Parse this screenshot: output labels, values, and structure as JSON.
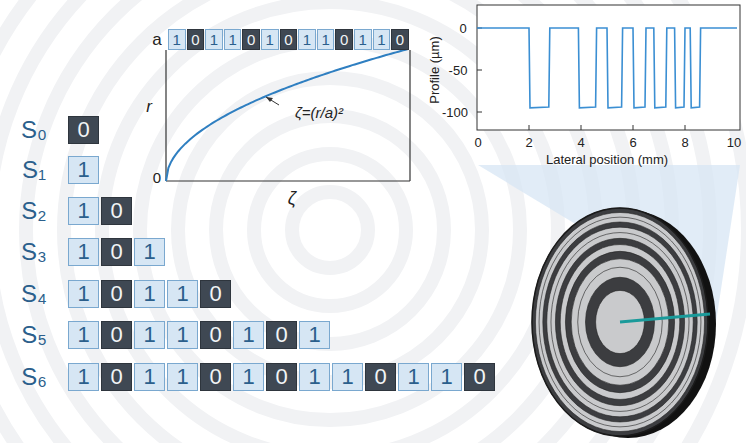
{
  "diagram": {
    "nodes": [
      {
        "text": [
          "1"
        ]
      },
      {
        "text": [
          "0"
        ]
      },
      {
        "text": [
          "1"
        ]
      },
      {
        "text": [
          "1"
        ]
      },
      {
        "text": [
          "0"
        ]
      },
      {
        "text": [
          "1"
        ]
      },
      {
        "text": [
          "0"
        ]
      },
      {
        "text": [
          "1"
        ]
      },
      {
        "text": [
          "1"
        ]
      },
      {
        "text": [
          "0"
        ]
      },
      {
        "text": [
          "1"
        ]
      },
      {
        "text": [
          "1"
        ]
      },
      {
        "text": [
          "0"
        ]
      },
      {
        "text": [
          "0"
        ]
      },
      {
        "text": [
          "1"
        ]
      },
      {
        "text": [
          "1"
        ]
      },
      {
        "text": [
          "0"
        ]
      },
      {
        "text": [
          "1"
        ]
      },
      {
        "text": [
          "0"
        ]
      },
      {
        "text": [
          "1"
        ]
      },
      {
        "text": [
          "1"
        ]
      },
      {
        "text": [
          "0"
        ]
      },
      {
        "text": [
          "1"
        ]
      },
      {
        "text": [
          "1"
        ]
      },
      {
        "text": [
          "0"
        ]
      },
      {
        "text": [
          "1"
        ]
      },
      {
        "text": [
          "0"
        ]
      },
      {
        "text": [
          "1"
        ]
      },
      {
        "text": [
          "1"
        ]
      },
      {
        "text": [
          "0"
        ]
      },
      {
        "text": [
          "1"
        ]
      },
      {
        "text": [
          "0"
        ]
      },
      {
        "text": [
          "1"
        ]
      },
      {
        "text": [
          "1"
        ]
      },
      {
        "text": [
          "0"
        ]
      },
      {
        "text": [
          "1"
        ]
      },
      {
        "text": [
          "1"
        ]
      },
      {
        "text": [
          "0"
        ]
      },
      {
        "text": [
          "1"
        ]
      },
      {
        "text": [
          "0"
        ]
      },
      {
        "text": [
          "1"
        ]
      },
      {
        "text": [
          "1"
        ]
      },
      {
        "text": [
          "0"
        ]
      },
      {
        "text": [
          "1"
        ]
      },
      {
        "text": [
          "1"
        ]
      },
      {
        "text": [
          "0"
        ]
      }
    ],
    "labels": [
      "a",
      "r",
      "0",
      "ζ",
      "ζ=(r/a)²",
      "0",
      "-50",
      "-100",
      "Profile (µm)",
      "0",
      "2",
      "4",
      "6",
      "8",
      "10",
      "Lateral position (mm)",
      "S₀",
      "S₁",
      "S₂",
      "S₃",
      "S₄",
      "S₅",
      "S₆"
    ]
  }
}
